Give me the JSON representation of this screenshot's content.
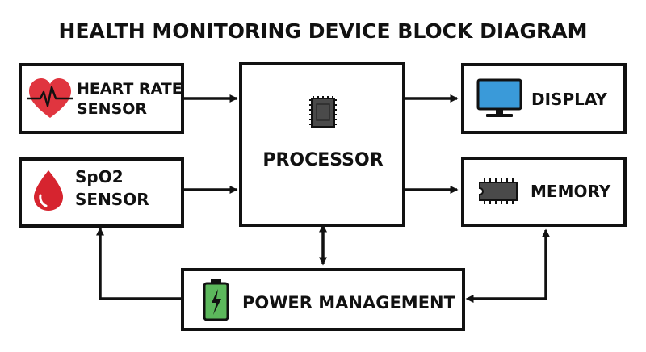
{
  "title": "HEALTH MONITORING DEVICE BLOCK DIAGRAM",
  "blocks": {
    "heart_rate": {
      "line1": "HEART RATE",
      "line2": "SENSOR",
      "icon": "heart-pulse-icon"
    },
    "spo2": {
      "line1": "SpO2",
      "line2": "SENSOR",
      "icon": "blood-drop-icon"
    },
    "processor": {
      "label": "PROCESSOR",
      "icon": "cpu-chip-icon"
    },
    "display": {
      "label": "DISPLAY",
      "icon": "monitor-icon"
    },
    "memory": {
      "label": "MEMORY",
      "icon": "memory-chip-icon"
    },
    "power": {
      "label": "POWER MANAGEMENT",
      "icon": "battery-icon"
    }
  },
  "colors": {
    "heart": "#e0353f",
    "drop": "#d6242f",
    "monitor_screen": "#3a9ad9",
    "battery": "#5cb85c",
    "chip": "#4a4a4a",
    "ink": "#111111"
  }
}
